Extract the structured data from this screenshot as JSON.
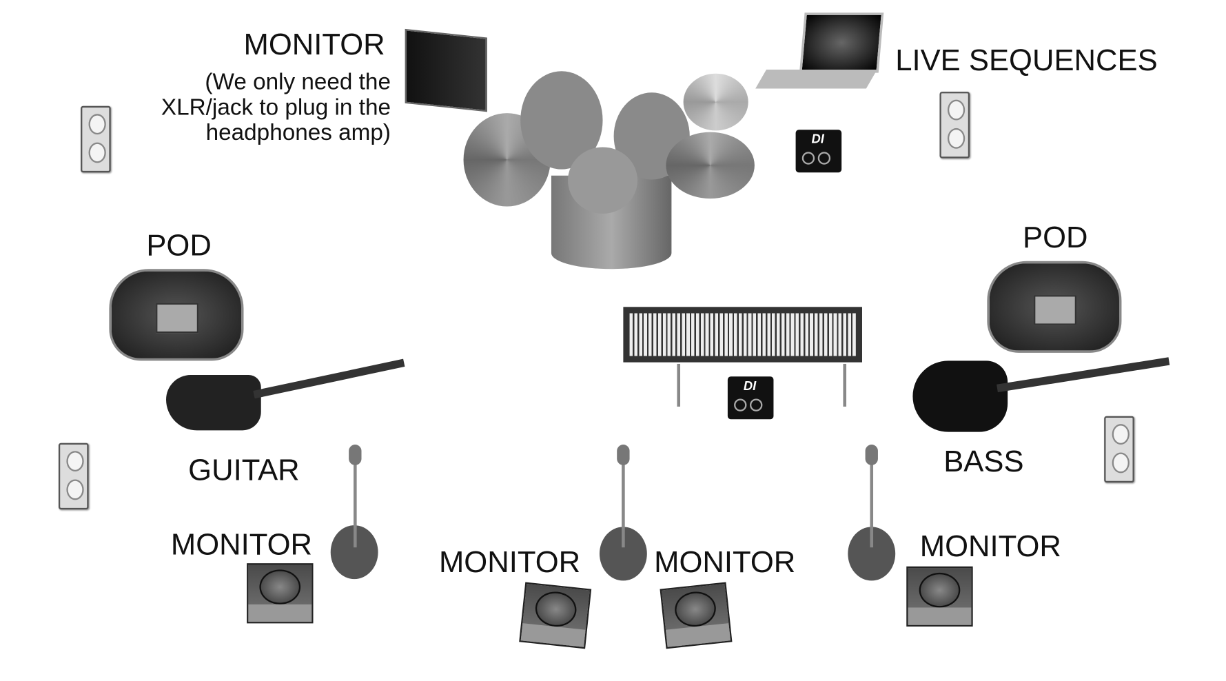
{
  "labels": {
    "monitor_top": "MONITOR",
    "monitor_note": [
      "(We only need the",
      "XLR/jack to plug in the",
      "headphones amp)"
    ],
    "live_sequences": "LIVE SEQUENCES",
    "pod_left": "POD",
    "pod_right": "POD",
    "guitar": "GUITAR",
    "bass": "BASS",
    "monitor_1": "MONITOR",
    "monitor_2": "MONITOR",
    "monitor_3": "MONITOR",
    "monitor_4": "MONITOR"
  },
  "di_label": "DI",
  "colors": {
    "background": "#ffffff",
    "text": "#111111"
  }
}
